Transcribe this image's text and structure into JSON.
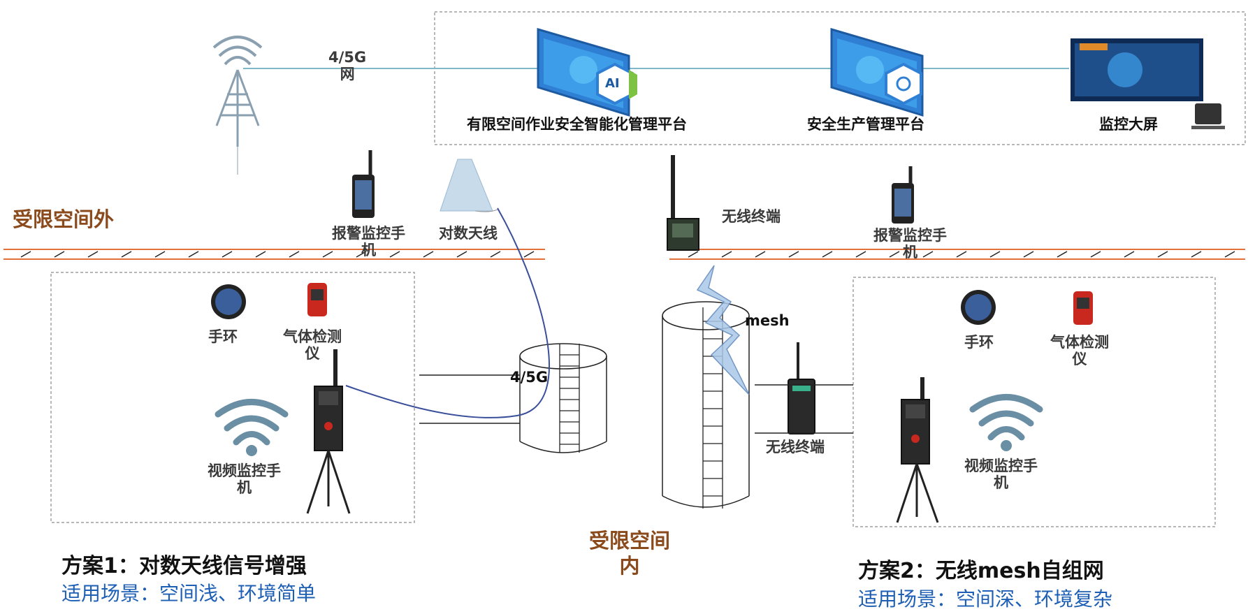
{
  "network": {
    "label_line1": "4/5G",
    "label_line2": "网"
  },
  "platforms": {
    "ai_platform": "有限空间作业安全智能化管理平台",
    "safety_platform": "安全生产管理平台",
    "monitor_screen": "监控大屏",
    "ai_badge": "AI"
  },
  "zones": {
    "outside": "受限空间外",
    "inside_line1": "受限空间",
    "inside_line2": "内"
  },
  "devices_outside": {
    "alarm_phone_line1": "报警监控手",
    "alarm_phone_line2": "机",
    "log_antenna": "对数天线",
    "wireless_terminal": "无线终端",
    "alarm_phone2_line1": "报警监控手",
    "alarm_phone2_line2": "机"
  },
  "scheme1": {
    "wristband": "手环",
    "gas_detector_line1": "气体检测",
    "gas_detector_line2": "仪",
    "video_phone_line1": "视频监控手",
    "video_phone_line2": "机",
    "link_label": "4/5G",
    "title": "方案1：对数天线信号增强",
    "subtitle": "适用场景：空间浅、环境简单"
  },
  "scheme2": {
    "mesh_label": "mesh",
    "wireless_terminal": "无线终端",
    "wristband": "手环",
    "gas_detector_line1": "气体检测",
    "gas_detector_line2": "仪",
    "video_phone_line1": "视频监控手",
    "video_phone_line2": "机",
    "title": "方案2：无线mesh自组网",
    "subtitle": "适用场景：空间深、环境复杂"
  },
  "colors": {
    "zone_text": "#8b4a1c",
    "subtitle_text": "#1d5fb4",
    "ground_line": "#e2703a",
    "cable": "#3a4f9a",
    "platform_panel": "#2f80d4",
    "tower": "#8aa0b0"
  }
}
